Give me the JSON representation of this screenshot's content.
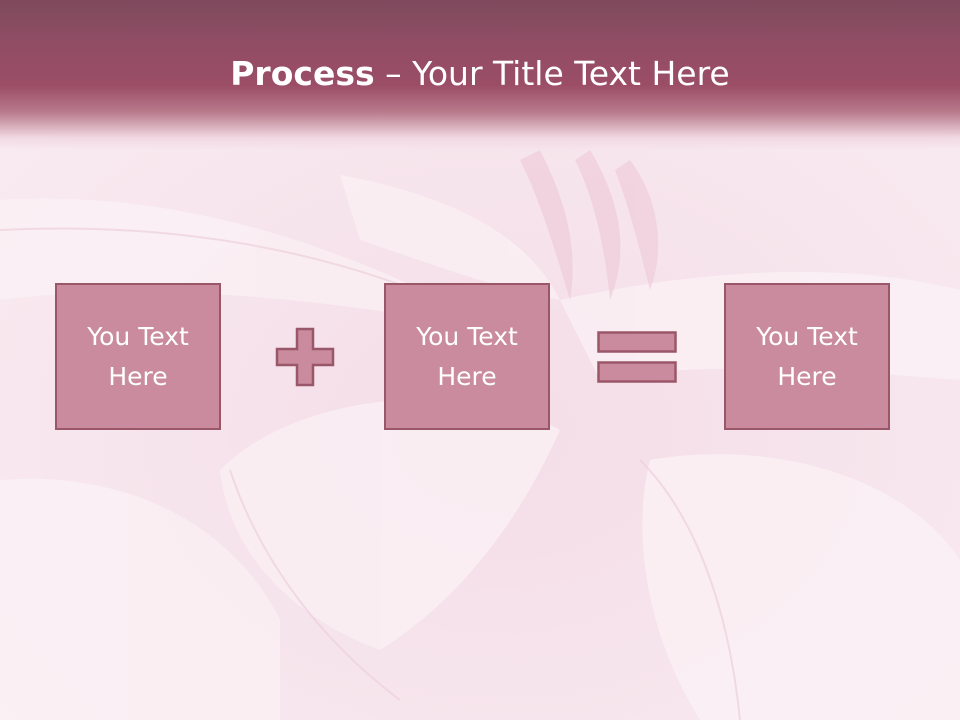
{
  "slide": {
    "title_bold": "Process",
    "title_separator": " – ",
    "title_rest": "Your Title Text Here"
  },
  "boxes": [
    {
      "line1": "You Text",
      "line2": "Here"
    },
    {
      "line1": "You Text",
      "line2": "Here"
    },
    {
      "line1": "You Text",
      "line2": "Here"
    }
  ],
  "operators": [
    "plus-icon",
    "equals-icon"
  ],
  "colors": {
    "header": "#9b4d66",
    "box_fill": "#c98b9d",
    "box_border": "#9a5769",
    "background": "#f7e6ee"
  }
}
